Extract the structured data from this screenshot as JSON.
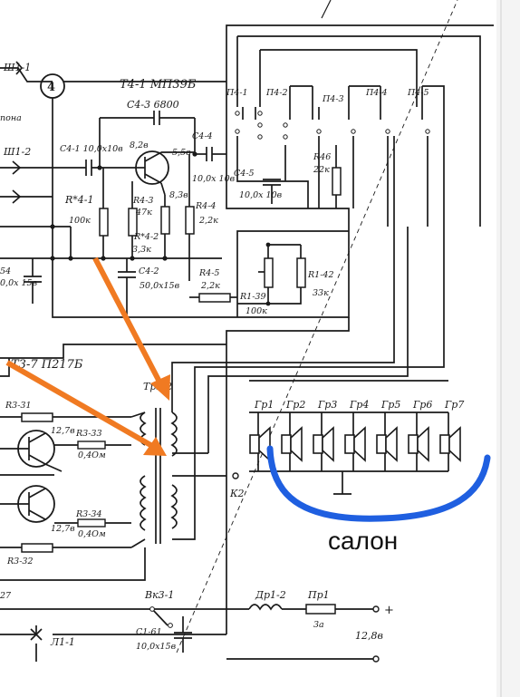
{
  "amplifier_section": {
    "jack_label": "Ш1-1",
    "jack_sub": "пона",
    "jack2": "Ш1-2",
    "meter": "4",
    "transistor": "Т4-1 МП39Б",
    "c43": "С4-3 6800",
    "c41": "С4-1 10,0x10в",
    "c44": "С4-4",
    "c44_val": "10,0x 10в",
    "v1": "8,2в",
    "v2": "5,5в",
    "v3": "8,3в",
    "r41": "R*4-1",
    "r41_val": "100к",
    "r43": "R4-3",
    "r43_val": "47к",
    "r42": "R*4-2",
    "r42_val": "3,3к",
    "r44": "R4-4",
    "r44_val": "2,2к",
    "c42": "С4-2",
    "c42_val": "50,0x15в",
    "r45": "R4-5",
    "r45_val": "2,2к",
    "c54": "54",
    "c54_val": "0,0x 15в",
    "c45": "С4-5",
    "c45_val": "10,0x 10в",
    "r46": "R46",
    "r46_val": "22к",
    "r139": "R1-39",
    "r139_val": "100к",
    "r142": "R1-42",
    "r142_val": "33к"
  },
  "switches": {
    "p41": "П4-1",
    "p42": "П4-2",
    "p43": "П4-3",
    "p44": "П4-4",
    "p45": "П4-5"
  },
  "output_section": {
    "transistor": "Т3-7 П217Б",
    "transformer": "Тр3-2",
    "r331": "R3-31",
    "r333": "R3-33",
    "r334": "R3-34",
    "r332": "R3-32",
    "v_a": "12,7в",
    "v_b": "12,7в",
    "r_a": "0,4Ом",
    "r_b": "0,4Ом",
    "k2": "К2",
    "vk": "Вк3-1",
    "dr": "Др1-2",
    "pr": "Пр1",
    "pr_val": "3а",
    "c161": "С1-61",
    "c161_val": "10,0x15в",
    "voltage": "12,8в",
    "plus": "+",
    "lamp": "Л1-1",
    "left_27": "27"
  },
  "speakers": [
    "Гр1",
    "Гр2",
    "Гр3",
    "Гр4",
    "Гр5",
    "Гр6",
    "Гр7"
  ],
  "annotation": {
    "text": "салон",
    "blue": "#1f5fe0",
    "orange": "#f07a22"
  }
}
